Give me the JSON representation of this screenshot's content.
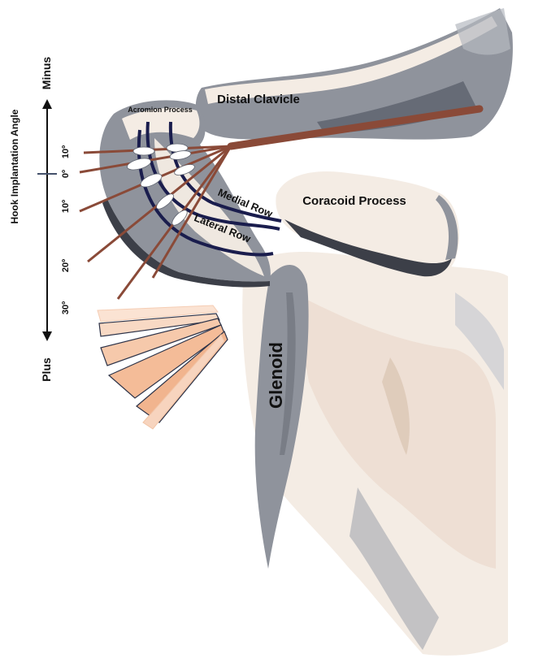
{
  "colors": {
    "bone_light": "#f4ece4",
    "bone_shadow": "#e6d3c4",
    "bone_dark": "#8f939c",
    "bone_deep": "#5f6470",
    "clavicle_gray": "#7d828d",
    "row_navy": "#1a1d4d",
    "hook_brown": "#8a4a38",
    "fan_peach": "#f1b48e",
    "fan_light": "#f8d9c4",
    "axis": "#111111"
  },
  "axis": {
    "title": "Hook Implantation Angle",
    "top_label": "Minus",
    "bottom_label": "Plus",
    "ticks": [
      "10º",
      "0º",
      "10º",
      "20º",
      "30º"
    ]
  },
  "labels": {
    "acromion": "Acromion Process",
    "clavicle": "Distal Clavicle",
    "coracoid": "Coracoid Process",
    "medial_row": "Medial Row",
    "lateral_row": "Lateral Row",
    "glenoid": "Glenoid"
  },
  "hooks": [
    {
      "angle": "10º"
    },
    {
      "angle": "0º"
    },
    {
      "angle": "10º"
    },
    {
      "angle": "20º"
    },
    {
      "angle": "30º"
    }
  ]
}
